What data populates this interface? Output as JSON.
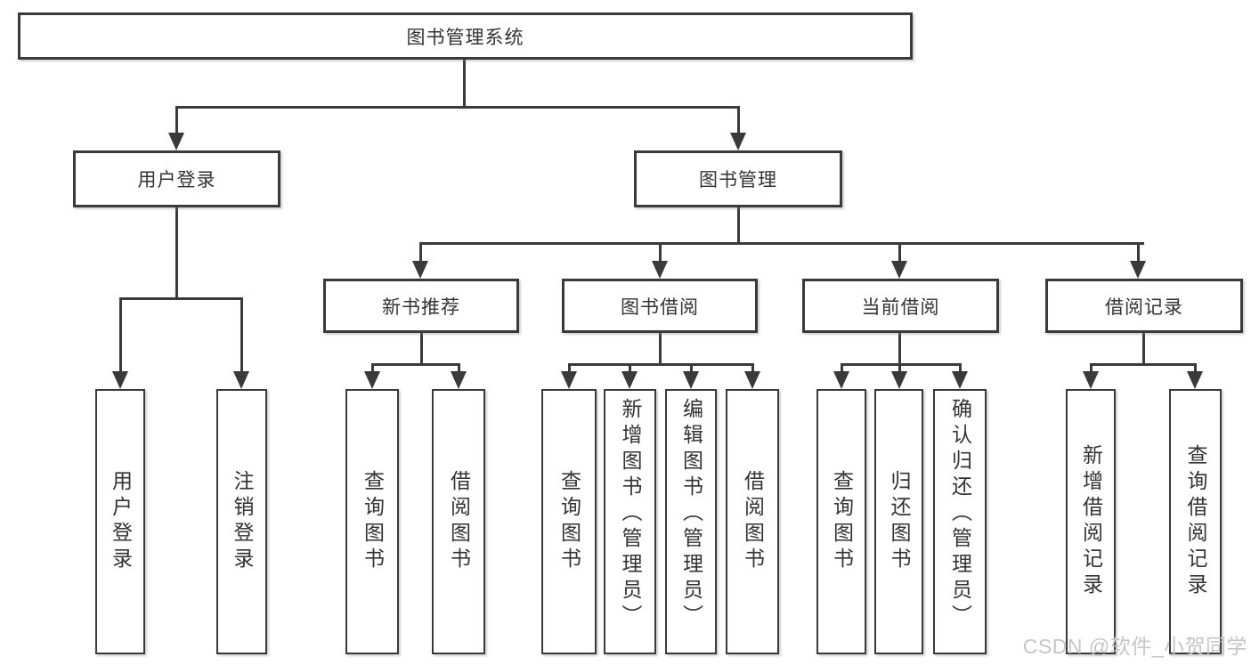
{
  "diagram": {
    "type": "tree",
    "nodes": {
      "root": {
        "label": "图书管理系统"
      },
      "user_login": {
        "label": "用户登录",
        "leaves": [
          "用户登录",
          "注销登录"
        ]
      },
      "book_mgmt": {
        "label": "图书管理",
        "children": {
          "new_book": {
            "label": "新书推荐",
            "leaves": [
              "查询图书",
              "借阅图书"
            ]
          },
          "borrow": {
            "label": "图书借阅",
            "leaves": [
              "查询图书",
              "新增图书（管理员）",
              "编辑图书（管理员）",
              "借阅图书"
            ]
          },
          "current": {
            "label": "当前借阅",
            "leaves": [
              "查询图书",
              "归还图书",
              "确认归还（管理员）"
            ]
          },
          "records": {
            "label": "借阅记录",
            "leaves": [
              "新增借阅记录",
              "查询借阅记录"
            ]
          }
        }
      }
    },
    "colors": {
      "line": "#3a3a3a",
      "text": "#333333",
      "background": "#ffffff",
      "watermark_color": "#c6c6c6"
    },
    "watermark": "CSDN @软件_小贺同学"
  }
}
